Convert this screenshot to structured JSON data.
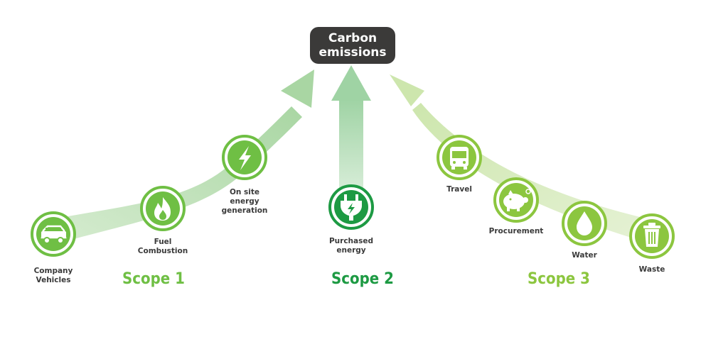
{
  "root": {
    "label": "Carbon\nemissions"
  },
  "scopes": [
    {
      "id": "scope1",
      "label": "Scope 1",
      "color": "#6fbf44"
    },
    {
      "id": "scope2",
      "label": "Scope 2",
      "color": "#1d9a43"
    },
    {
      "id": "scope3",
      "label": "Scope 3",
      "color": "#8cc63f"
    }
  ],
  "nodes": [
    {
      "id": "company-vehicles",
      "label": "Company\nVehicles",
      "icon": "car-icon",
      "color": "#6fbf44",
      "scope": "Scope 1"
    },
    {
      "id": "fuel-combustion",
      "label": "Fuel\nCombustion",
      "icon": "fire-icon",
      "color": "#6fbf44",
      "scope": "Scope 1"
    },
    {
      "id": "on-site-energy",
      "label": "On site\nenergy\ngeneration",
      "icon": "lightning-icon",
      "color": "#6fbf44",
      "scope": "Scope 1"
    },
    {
      "id": "purchased-energy",
      "label": "Purchased\nenergy",
      "icon": "plug-icon",
      "color": "#1d9a43",
      "scope": "Scope 2"
    },
    {
      "id": "travel",
      "label": "Travel",
      "icon": "bus-icon",
      "color": "#8cc63f",
      "scope": "Scope 3"
    },
    {
      "id": "procurement",
      "label": "Procurement",
      "icon": "piggy-bank-icon",
      "color": "#8cc63f",
      "scope": "Scope 3"
    },
    {
      "id": "water",
      "label": "Water",
      "icon": "water-drop-icon",
      "color": "#8cc63f",
      "scope": "Scope 3"
    },
    {
      "id": "waste",
      "label": "Waste",
      "icon": "trash-bin-icon",
      "color": "#8cc63f",
      "scope": "Scope 3"
    }
  ],
  "arrows": [
    {
      "from": "scope1",
      "to": "root",
      "color": "#b6ddb0"
    },
    {
      "from": "scope2",
      "to": "root",
      "color": "#aed9b1"
    },
    {
      "from": "scope3",
      "to": "root",
      "color": "#d7ebbd"
    }
  ]
}
